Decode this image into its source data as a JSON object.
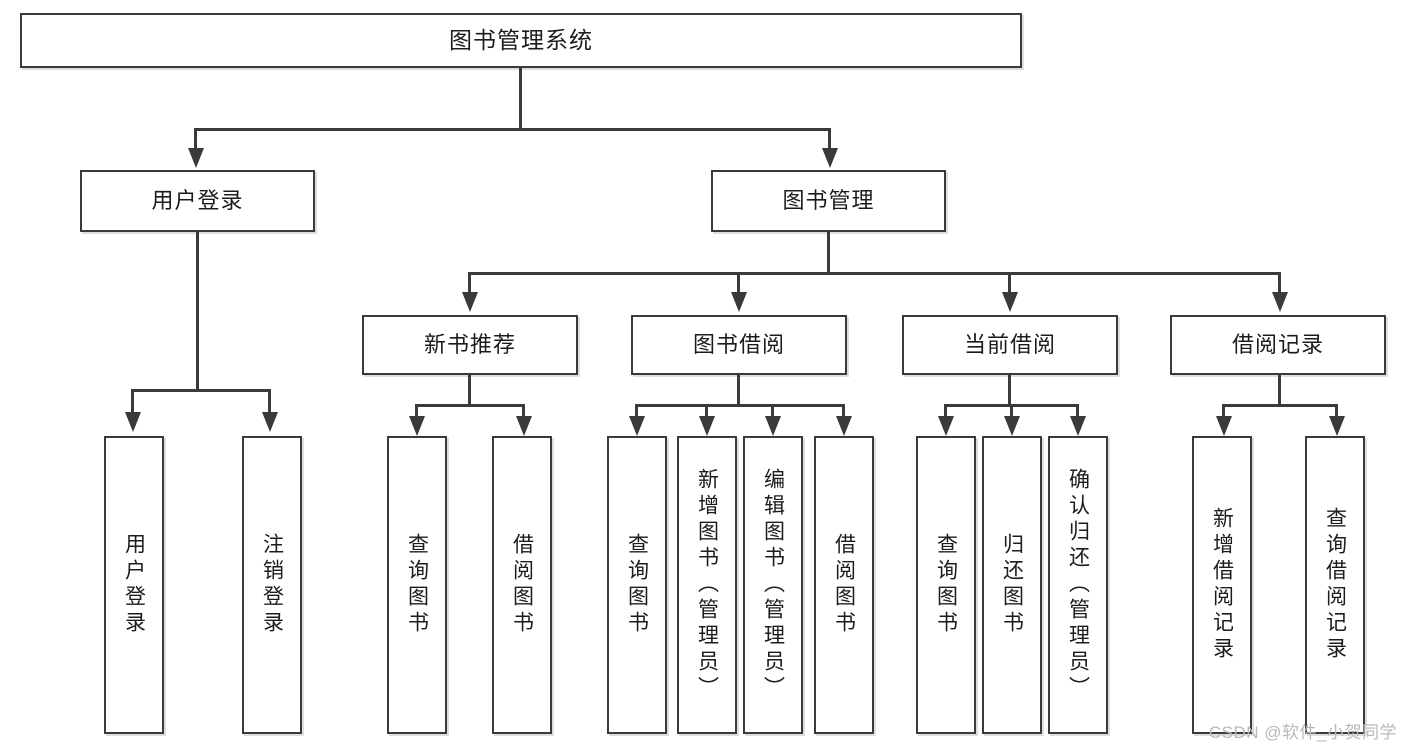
{
  "diagram": {
    "title": "图书管理系统",
    "type": "tree",
    "watermark": "CSDN @软件_小贺同学",
    "colors": {
      "stroke": "#3a3a3a",
      "fill": "#ffffff",
      "text": "#1c1c1c",
      "watermark": "#b9b9b9"
    },
    "root": {
      "label": "图书管理系统"
    },
    "level2": [
      {
        "label": "用户登录"
      },
      {
        "label": "图书管理"
      }
    ],
    "level3": [
      {
        "label": "新书推荐"
      },
      {
        "label": "图书借阅"
      },
      {
        "label": "当前借阅"
      },
      {
        "label": "借阅记录"
      }
    ],
    "leaves": {
      "user_login": [
        {
          "label": "用户登录"
        },
        {
          "label": "注销登录"
        }
      ],
      "new_books": [
        {
          "label": "查询图书"
        },
        {
          "label": "借阅图书"
        }
      ],
      "book_borrow": [
        {
          "label": "查询图书"
        },
        {
          "label": "新增图书（管理员）"
        },
        {
          "label": "编辑图书（管理员）"
        },
        {
          "label": "借阅图书"
        }
      ],
      "current_borrow": [
        {
          "label": "查询图书"
        },
        {
          "label": "归还图书"
        },
        {
          "label": "确认归还（管理员）"
        }
      ],
      "borrow_record": [
        {
          "label": "新增借阅记录"
        },
        {
          "label": "查询借阅记录"
        }
      ]
    }
  }
}
